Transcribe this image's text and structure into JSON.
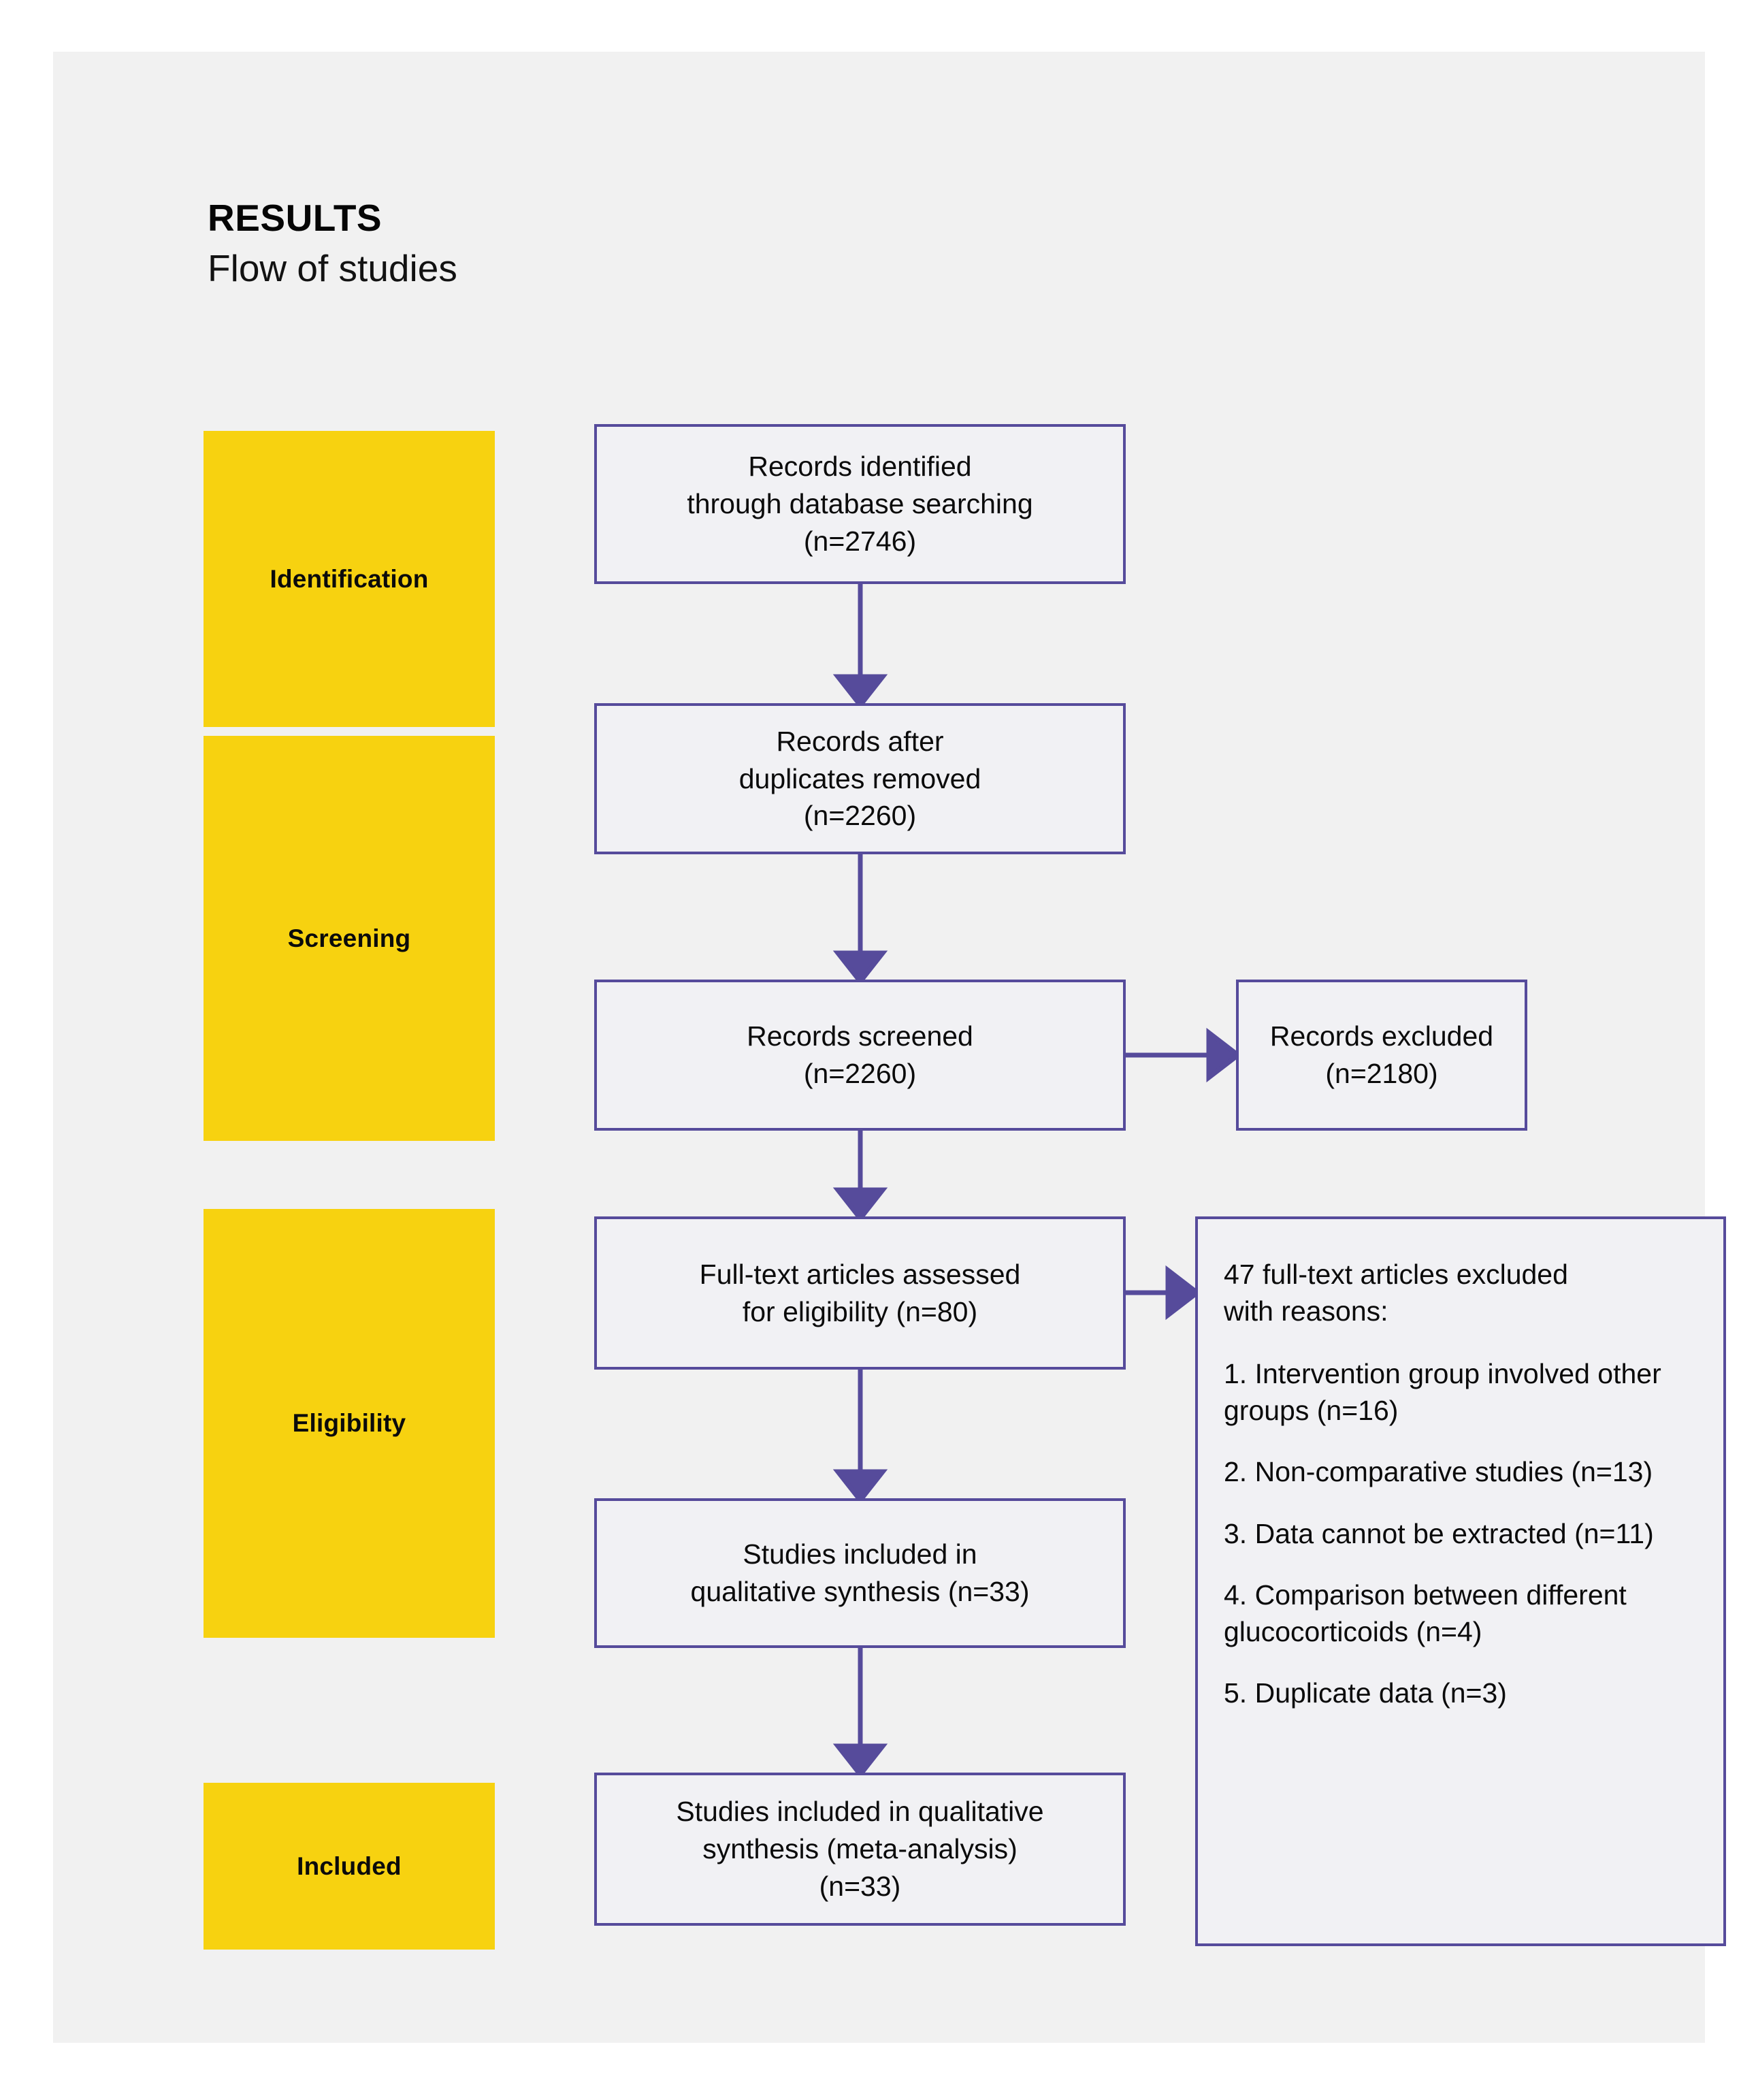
{
  "header": {
    "title": "RESULTS",
    "subtitle": "Flow of studies"
  },
  "colors": {
    "page_background": "#ffffff",
    "panel_background": "#f1f1f1",
    "stage_yellow": "#f7d210",
    "box_border_purple": "#564b9b",
    "box_fill": "#f1f1f4",
    "arrow_purple": "#564b9b",
    "text": "#0b0b0b"
  },
  "stages": [
    {
      "id": "identification",
      "label": "Identification"
    },
    {
      "id": "screening",
      "label": "Screening"
    },
    {
      "id": "eligibility",
      "label": "Eligibility"
    },
    {
      "id": "included",
      "label": "Included"
    }
  ],
  "nodes": {
    "identified": "Records identified\nthrough database searching\n(n=2746)",
    "dedup": "Records after\nduplicates removed\n(n=2260)",
    "screened": "Records screened\n(n=2260)",
    "excluded": "Records excluded\n(n=2180)",
    "fulltext": "Full-text articles assessed\nfor eligibility (n=80)",
    "qualitative": "Studies included in\nqualitative synthesis (n=33)",
    "meta": "Studies included in qualitative\nsynthesis (meta-analysis)\n(n=33)"
  },
  "exclusion_panel": {
    "heading": "47 full-text articles excluded\nwith reasons:",
    "reasons": [
      "1. Intervention group involved other groups (n=16)",
      "2. Non-comparative studies (n=13)",
      "3. Data cannot be extracted (n=11)",
      "4. Comparison between different glucocorticoids (n=4)",
      "5. Duplicate data (n=3)"
    ]
  },
  "chart_data": {
    "type": "table",
    "title": "PRISMA flow of studies",
    "categories": [
      "Records identified through database searching",
      "Records after duplicates removed",
      "Records screened",
      "Records excluded",
      "Full-text articles assessed for eligibility",
      "Full-text articles excluded with reasons",
      "Studies included in qualitative synthesis",
      "Studies included in qualitative synthesis (meta-analysis)"
    ],
    "values": [
      2746,
      2260,
      2260,
      2180,
      80,
      47,
      33,
      33
    ],
    "exclusion_reason_counts": {
      "Intervention group involved other groups": 16,
      "Non-comparative studies": 13,
      "Data cannot be extracted": 11,
      "Comparison between different glucocorticoids": 4,
      "Duplicate data": 3
    },
    "stages": [
      "Identification",
      "Screening",
      "Eligibility",
      "Included"
    ],
    "xlabel": "",
    "ylabel": ""
  }
}
